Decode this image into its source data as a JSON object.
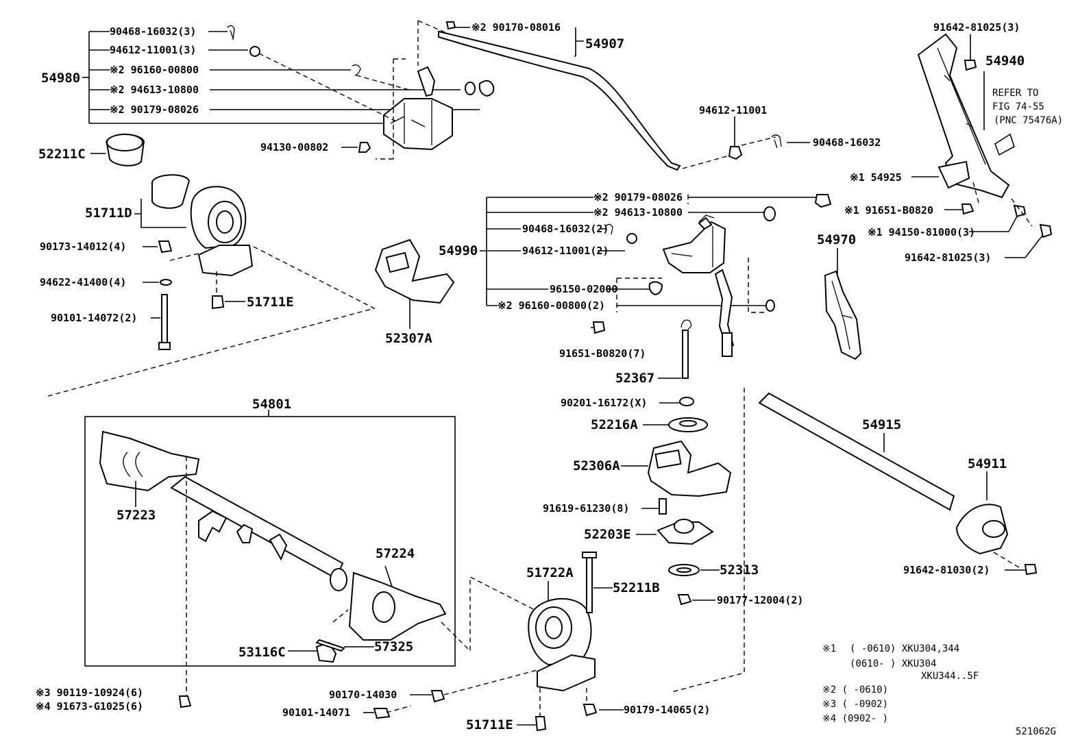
{
  "labels": {
    "l54980": "54980",
    "l90468_16032_3": "90468-16032(3)",
    "l94612_11001_3": "94612-11001(3)",
    "l96160_00800_a": "※2 96160-00800",
    "l94613_10800_a": "※2 94613-10800",
    "l90179_08026_a": "※2 90179-08026",
    "l94130_00802": "94130-00802",
    "l90170_08016": "※2 90170-08016",
    "l54907": "54907",
    "l94612_11001_b": "94612-11001",
    "l90468_16032_b": "90468-16032",
    "l91642_81025_3a": "91642-81025(3)",
    "l54940": "54940",
    "refer1": "REFER TO",
    "refer2": "FIG 74-55",
    "refer3": "(PNC 75476A)",
    "l54925": "※1 54925",
    "l91651_B0820_a": "※1 91651-B0820",
    "l94150_81000": "※1 94150-81000(3)",
    "l91642_81025_3b": "91642-81025(3)",
    "l54970": "54970",
    "l52211C": "52211C",
    "l51711D": "51711D",
    "l90173_14012": "90173-14012(4)",
    "l94622_41400": "94622-41400(4)",
    "l51711E_a": "51711E",
    "l90101_14072": "90101-14072(2)",
    "l52307A": "52307A",
    "l54990": "54990",
    "l90179_08026_b": "※2 90179-08026",
    "l94613_10800_b": "※2 94613-10800",
    "l90468_16032_2": "90468-16032(2)",
    "l94612_11001_2": "94612-11001(2)",
    "l96150_02000": "96150-02000",
    "l96160_00800_2": "※2 96160-00800(2)",
    "l91651_B0820_7": "91651-B0820(7)",
    "l52367": "52367",
    "l90201_16172": "90201-16172(X)",
    "l52216A": "52216A",
    "l52306A": "52306A",
    "l91619_61230": "91619-61230(8)",
    "l52203E": "52203E",
    "l52313": "52313",
    "l90177_12004": "90177-12004(2)",
    "l54915": "54915",
    "l54911": "54911",
    "l91642_81030": "91642-81030(2)",
    "l54801": "54801",
    "l57223": "57223",
    "l57224": "57224",
    "l53116C": "53116C",
    "l57325": "57325",
    "l51722A": "51722A",
    "l52211B": "52211B",
    "l90119_10924": "※3 90119-10924(6)",
    "l91673_G1025": "※4 91673-G1025(6)",
    "l90170_14030": "90170-14030",
    "l90101_14071": "90101-14071",
    "l51711E_b": "51711E",
    "l90179_14065": "90179-14065(2)",
    "diagram_code": "521062G"
  },
  "notes": {
    "n1_mark": "※1",
    "n1_a": "(     -0610) XKU304,344",
    "n1_b": "(0610-     ) XKU304",
    "n1_c": "XKU344..5F",
    "n2": "※2 (     -0610)",
    "n3": "※3 (     -0902)",
    "n4": "※4 (0902-     )"
  }
}
